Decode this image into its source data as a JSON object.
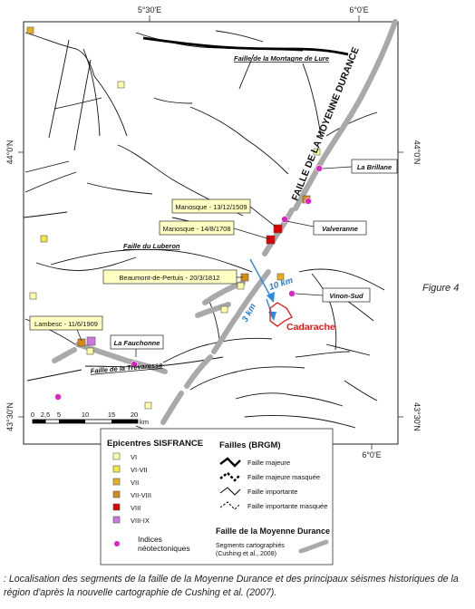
{
  "coords": {
    "top": [
      "5°30'E",
      "6°0'E"
    ],
    "bottom": [
      "6°0'E"
    ],
    "right": [
      "44°0'N",
      "43°30'N"
    ],
    "left": [
      "44°0'N",
      "43°30'N"
    ]
  },
  "faults": {
    "montagne_lure": "Faille de la Montagne de Lure",
    "moyenne_durance": "FAILLE DE LA MOYENNE DURANCE",
    "luberon": "Faille du Luberon",
    "trevaresse": "Faille de la Trévaresse"
  },
  "places": {
    "la_brillane": "La Brillane",
    "valveranne": "Valveranne",
    "vinon_sud": "Vinon-Sud",
    "la_fauchonne": "La Fauchonne",
    "cadarache": "Cadarache"
  },
  "quakes": {
    "manosque_1509": "Manosque - 13/12/1509",
    "manosque_1708": "Manosque - 14/8/1708",
    "beaumont_1812": "Beaumont-de-Pertuis - 20/3/1812",
    "lambesc_1909": "Lambesc - 11/6/1909"
  },
  "distances": {
    "d10": "10 km",
    "d3": "3 km"
  },
  "scale": {
    "ticks": [
      "0",
      "2,5",
      "5",
      "10",
      "15",
      "20"
    ],
    "unit": "km"
  },
  "legend": {
    "epicentres_title": "Epicentres SISFRANCE",
    "intensities": [
      {
        "label": "VI",
        "color": "#ffffa8"
      },
      {
        "label": "VI-VII",
        "color": "#f2ea3a"
      },
      {
        "label": "VII",
        "color": "#e8b020"
      },
      {
        "label": "VII-VIII",
        "color": "#d88a10"
      },
      {
        "label": "VIII",
        "color": "#e00000"
      },
      {
        "label": "VIII-IX",
        "color": "#cc77dd"
      }
    ],
    "indices_l1": "Indices",
    "indices_l2": "néotectoniques",
    "failles_title": "Failles (BRGM)",
    "failles_items": [
      "Faille majeure",
      "Faille majeure masquée",
      "Faille importante",
      "Faille importante masquée"
    ],
    "durance_title": "Faille de la Moyenne Durance",
    "segments_l1": "Segments cartographiés",
    "segments_l2": "(Cushing et al., 2008)"
  },
  "figure_label": "Figure   4",
  "caption": ": Localisation des segments de la faille de la Moyenne Durance et des principaux séismes historiques de la région d'après la nouvelle cartographie de Cushing et al. (2007)."
}
